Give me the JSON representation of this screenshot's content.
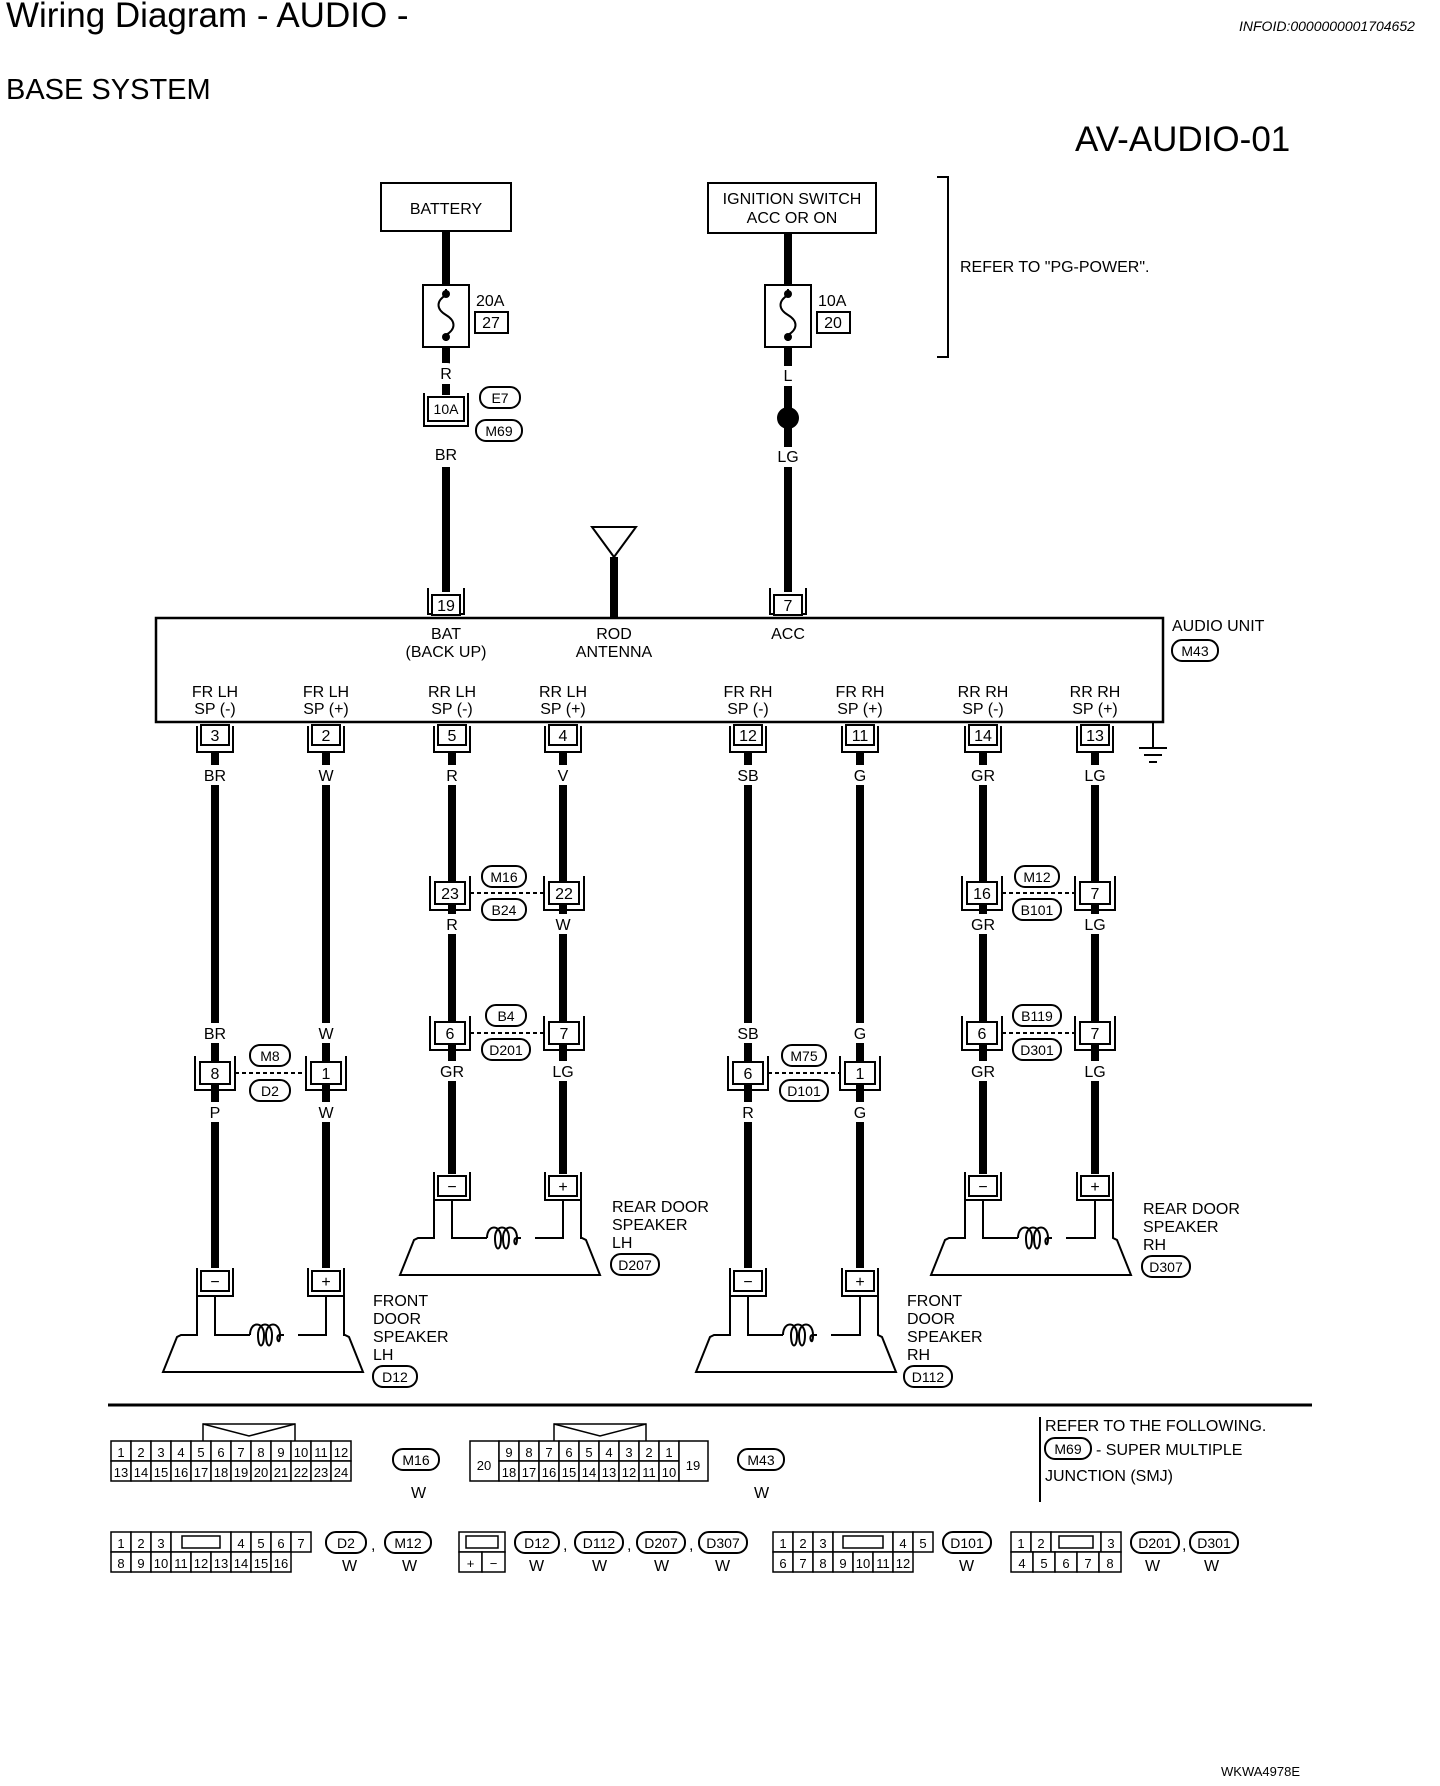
{
  "title": "Wiring Diagram - AUDIO -",
  "info_id": "INFOID:0000000001704652",
  "subtitle": "BASE SYSTEM",
  "diagram_code": "AV-AUDIO-01",
  "footer_code": "WKWA4978E",
  "sources": {
    "battery": "BATTERY",
    "ign_l1": "IGNITION SWITCH",
    "ign_l2": "ACC OR ON",
    "refer": "REFER TO \"PG-POWER\"."
  },
  "fuses": {
    "f1_amp": "20A",
    "f1_no": "27",
    "f2_amp": "10A",
    "f2_no": "20"
  },
  "wires": {
    "r": "R",
    "br": "BR",
    "l": "L",
    "lg": "LG",
    "w": "W",
    "v": "V",
    "sb": "SB",
    "g": "G",
    "gr": "GR",
    "p": "P"
  },
  "pins": {
    "p10a": "10A",
    "p19": "19",
    "p7": "7",
    "p3": "3",
    "p2": "2",
    "p5": "5",
    "p4": "4",
    "p12": "12",
    "p11": "11",
    "p14": "14",
    "p13": "13",
    "p23": "23",
    "p22": "22",
    "p16": "16",
    "p6": "6",
    "p8": "8",
    "p1": "1"
  },
  "connectors": {
    "e7": "E7",
    "m69": "M69",
    "m43": "M43",
    "m16": "M16",
    "b24": "B24",
    "m12": "M12",
    "b101": "B101",
    "b4": "B4",
    "d201": "D201",
    "b119": "B119",
    "d301": "D301",
    "m8": "M8",
    "d2": "D2",
    "m75": "M75",
    "d101": "D101",
    "d207": "D207",
    "d307": "D307",
    "d12": "D12",
    "d112": "D112"
  },
  "audio_unit": {
    "name": "AUDIO UNIT",
    "bat1": "BAT",
    "bat2": "(BACK UP)",
    "rod1": "ROD",
    "rod2": "ANTENNA",
    "acc": "ACC",
    "sp": [
      {
        "a": "FR LH",
        "b": "SP (-)"
      },
      {
        "a": "FR LH",
        "b": "SP (+)"
      },
      {
        "a": "RR LH",
        "b": "SP (-)"
      },
      {
        "a": "RR LH",
        "b": "SP (+)"
      },
      {
        "a": "FR RH",
        "b": "SP (-)"
      },
      {
        "a": "FR RH",
        "b": "SP (+)"
      },
      {
        "a": "RR RH",
        "b": "SP (-)"
      },
      {
        "a": "RR RH",
        "b": "SP (+)"
      }
    ]
  },
  "speakers": {
    "rl": [
      "REAR DOOR",
      "SPEAKER",
      "LH"
    ],
    "rr": [
      "REAR DOOR",
      "SPEAKER",
      "RH"
    ],
    "fl": [
      "FRONT",
      "DOOR",
      "SPEAKER",
      "LH"
    ],
    "fr": [
      "FRONT",
      "DOOR",
      "SPEAKER",
      "RH"
    ],
    "minus": "−",
    "plus": "+"
  },
  "legend": {
    "refer1": "REFER TO THE FOLLOWING.",
    "refer2": "- SUPER MULTIPLE",
    "refer3": "JUNCTION (SMJ)",
    "w": "W",
    "comma": ",",
    "m16_top": [
      "1",
      "2",
      "3",
      "4",
      "5",
      "6",
      "7",
      "8",
      "9",
      "10",
      "11",
      "12"
    ],
    "m16_bot": [
      "13",
      "14",
      "15",
      "16",
      "17",
      "18",
      "19",
      "20",
      "21",
      "22",
      "23",
      "24"
    ],
    "m43_top": [
      "9",
      "8",
      "7",
      "6",
      "5",
      "4",
      "3",
      "2",
      "1"
    ],
    "m43_bot": [
      "18",
      "17",
      "16",
      "15",
      "14",
      "13",
      "12",
      "11",
      "10"
    ],
    "m43_l": "20",
    "m43_r": "19",
    "d2_top_a": [
      "1",
      "2",
      "3"
    ],
    "d2_top_b": [
      "4",
      "5",
      "6",
      "7"
    ],
    "d2_bot": [
      "8",
      "9",
      "10",
      "11",
      "12",
      "13",
      "14",
      "15",
      "16"
    ],
    "d101_top_a": [
      "1",
      "2",
      "3"
    ],
    "d101_top_b": [
      "4",
      "5"
    ],
    "d101_bot": [
      "6",
      "7",
      "8",
      "9",
      "10",
      "11",
      "12"
    ],
    "d201_top_a": [
      "1",
      "2"
    ],
    "d201_top_b": [
      "3"
    ],
    "d201_bot": [
      "4",
      "5",
      "6",
      "7",
      "8"
    ],
    "pm": [
      "+",
      "−"
    ]
  }
}
